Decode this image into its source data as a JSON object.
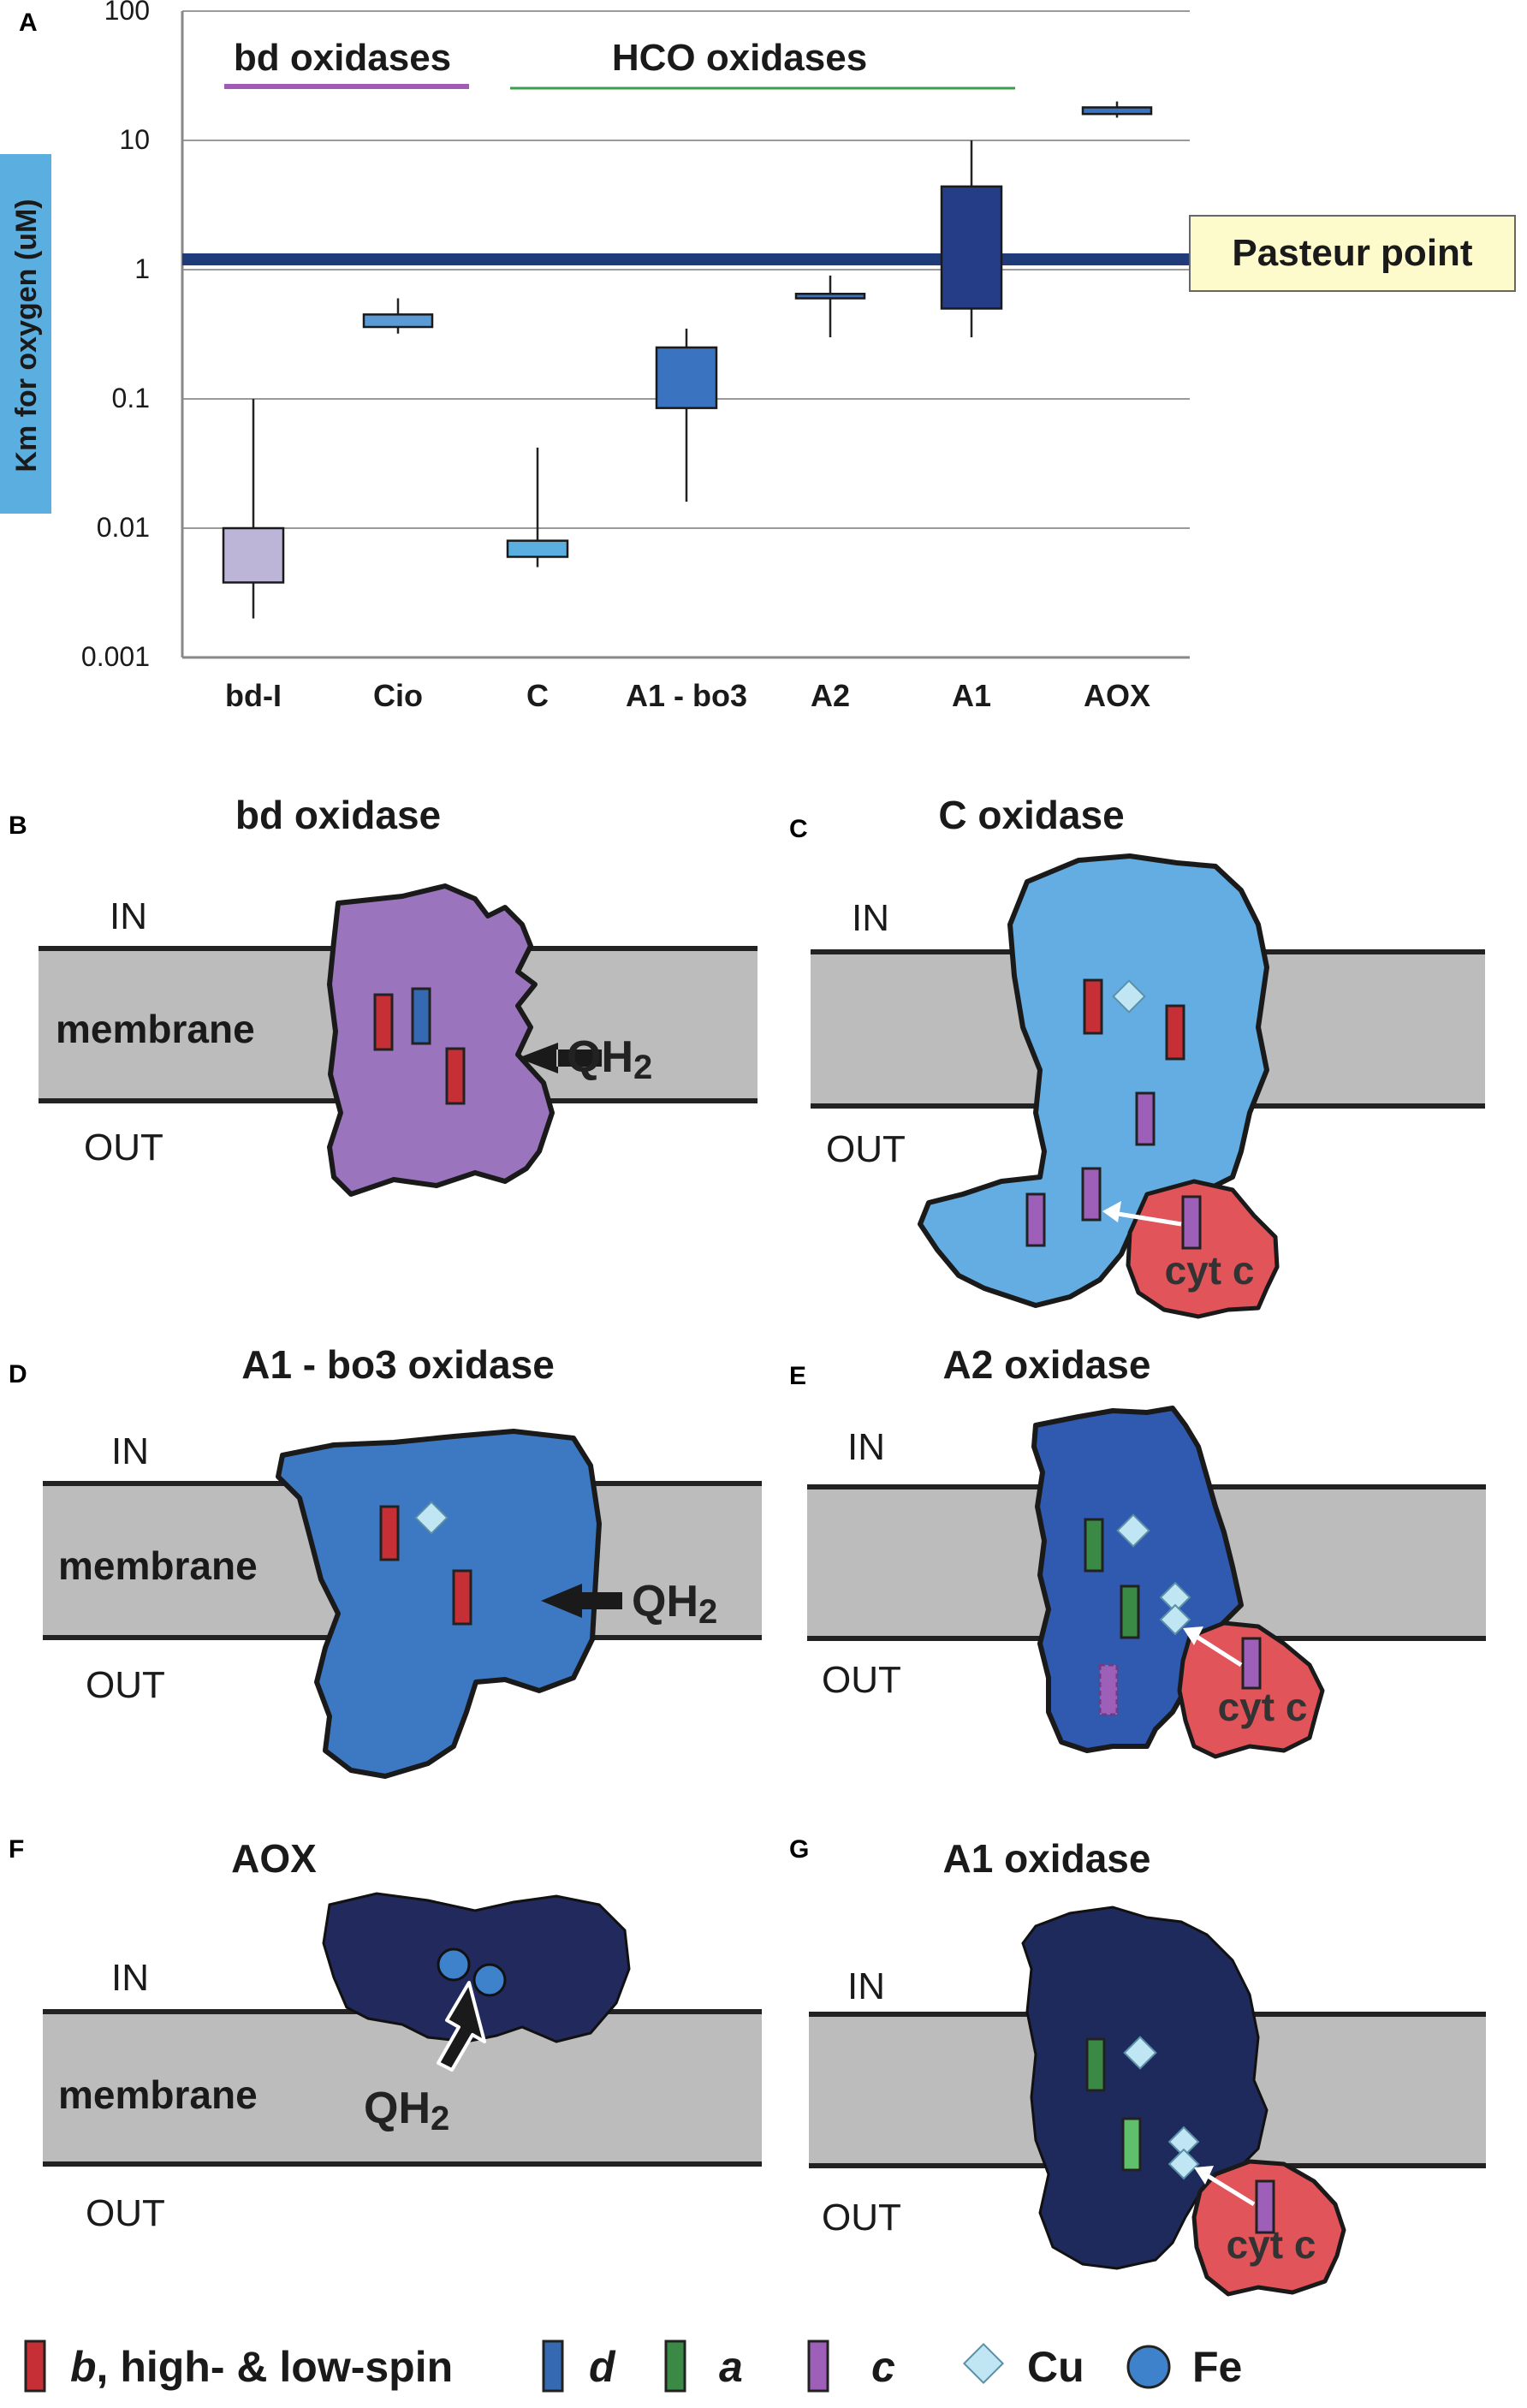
{
  "panel_letters": [
    "A",
    "B",
    "C",
    "D",
    "E",
    "F",
    "G"
  ],
  "chart_data": {
    "type": "box",
    "y_scale": "log",
    "ylim": [
      0.001,
      100
    ],
    "ylabel": "Km for oxygen (uM)",
    "y_ticks": [
      "0.001",
      "0.01",
      "0.1",
      "1",
      "10",
      "100"
    ],
    "grid": true,
    "categories": [
      "bd-I",
      "Cio",
      "C",
      "A1 - bo3",
      "A2",
      "A1",
      "AOX"
    ],
    "boxes": [
      {
        "category": "bd-I",
        "whisker_low": 0.002,
        "q1": 0.0038,
        "q3": 0.01,
        "whisker_high": 0.1,
        "color": "#bdb5d8"
      },
      {
        "category": "Cio",
        "whisker_low": 0.32,
        "q1": 0.36,
        "q3": 0.45,
        "whisker_high": 0.6,
        "color": "#5b9bd5"
      },
      {
        "category": "C",
        "whisker_low": 0.005,
        "q1": 0.006,
        "q3": 0.008,
        "whisker_high": 0.042,
        "color": "#5aaee0"
      },
      {
        "category": "A1 - bo3",
        "whisker_low": 0.016,
        "q1": 0.085,
        "q3": 0.25,
        "whisker_high": 0.35,
        "color": "#3a73bf"
      },
      {
        "category": "A2",
        "whisker_low": 0.3,
        "q1": 0.6,
        "q3": 0.65,
        "whisker_high": 0.9,
        "color": "#3f72b8"
      },
      {
        "category": "A1",
        "whisker_low": 0.3,
        "q1": 0.5,
        "q3": 4.4,
        "whisker_high": 10,
        "color": "#253d87"
      },
      {
        "category": "AOX",
        "whisker_low": 15,
        "q1": 16,
        "q3": 18,
        "whisker_high": 20,
        "color": "#3a73bf"
      }
    ],
    "reference_line": {
      "value": 1.2,
      "label": "Pasteur point",
      "color": "#1f3b7a"
    },
    "groups": [
      {
        "label": "bd oxidases",
        "categories": [
          "bd-I",
          "Cio"
        ],
        "color": "#a15bb5"
      },
      {
        "label": "HCO oxidases",
        "categories": [
          "C",
          "A1 - bo3",
          "A2",
          "A1"
        ],
        "color": "#3f9b4e"
      }
    ]
  },
  "panels": {
    "B": {
      "title": "bd oxidase",
      "in": "IN",
      "out": "OUT",
      "membrane": "membrane",
      "substrate": "QH",
      "sub": "2"
    },
    "C": {
      "title": "C  oxidase",
      "in": "IN",
      "out": "OUT",
      "cytc": "cyt c"
    },
    "D": {
      "title": "A1 - bo3 oxidase",
      "in": "IN",
      "out": "OUT",
      "membrane": "membrane",
      "substrate": "QH",
      "sub": "2"
    },
    "E": {
      "title": "A2  oxidase",
      "in": "IN",
      "out": "OUT",
      "cytc": "cyt c"
    },
    "F": {
      "title": "AOX",
      "in": "IN",
      "out": "OUT",
      "membrane": "membrane",
      "substrate": "QH",
      "sub": "2"
    },
    "G": {
      "title": "A1  oxidase",
      "in": "IN",
      "out": "OUT",
      "cytc": "cyt c"
    }
  },
  "legend": {
    "items": [
      {
        "symbol": "heme",
        "color": "#c62f35",
        "label_italic": "b",
        "label_rest": ", high- & low-spin"
      },
      {
        "symbol": "heme",
        "color": "#3569b2",
        "label_italic": "d",
        "label_rest": ""
      },
      {
        "symbol": "heme",
        "color": "#3a8a45",
        "label_italic": "a",
        "label_rest": ""
      },
      {
        "symbol": "heme",
        "color": "#9d5fb8",
        "label_italic": "c",
        "label_rest": ""
      },
      {
        "symbol": "diamond",
        "color": "#bfe6f2",
        "label_italic": "",
        "label_rest": "Cu"
      },
      {
        "symbol": "circle",
        "color": "#3f82cc",
        "label_italic": "",
        "label_rest": "Fe"
      }
    ]
  },
  "colors": {
    "membrane": "#bcbcbc",
    "bd_protein": "#9a74bd",
    "c_protein": "#63ade3",
    "bo3_protein": "#3d78c2",
    "a2_protein": "#2f5ab0",
    "aox_protein": "#22295c",
    "a1_protein": "#1f2a5c",
    "cytc": "#e0545a",
    "heme_b": "#c62f35",
    "heme_d": "#3569b2",
    "heme_a_dark": "#3a8a45",
    "heme_a_light": "#5fbf6a",
    "heme_c": "#9d5fb8",
    "cu": "#bfe6f2",
    "fe": "#3f82cc",
    "ylabel_bg": "#5aaee0",
    "pasteur_bg": "#fdfacb"
  }
}
